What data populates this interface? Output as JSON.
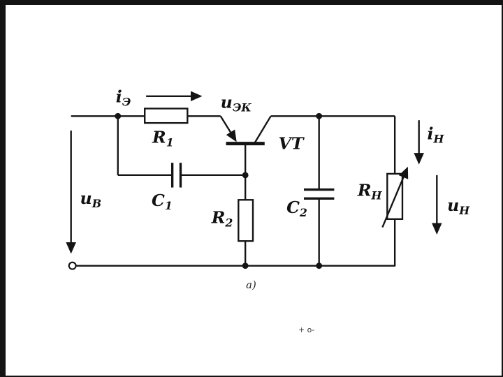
{
  "figure": {
    "caption": "а)",
    "footnote": "+ о-"
  },
  "labels": {
    "i_e": {
      "main": "i",
      "sub": "Э"
    },
    "u_ek": {
      "main": "u",
      "sub": "ЭК"
    },
    "u_v": {
      "main": "u",
      "sub": "В"
    },
    "vt": "VT",
    "r1": {
      "main": "R",
      "sub": "1"
    },
    "c1": {
      "main": "C",
      "sub": "1"
    },
    "r2": {
      "main": "R",
      "sub": "2"
    },
    "c2": {
      "main": "C",
      "sub": "2"
    },
    "rn": {
      "main": "R",
      "sub": "Н"
    },
    "i_n": {
      "main": "i",
      "sub": "Н"
    },
    "u_n": {
      "main": "u",
      "sub": "Н"
    }
  },
  "colors": {
    "ink": "#141414",
    "background": "#ffffff"
  }
}
